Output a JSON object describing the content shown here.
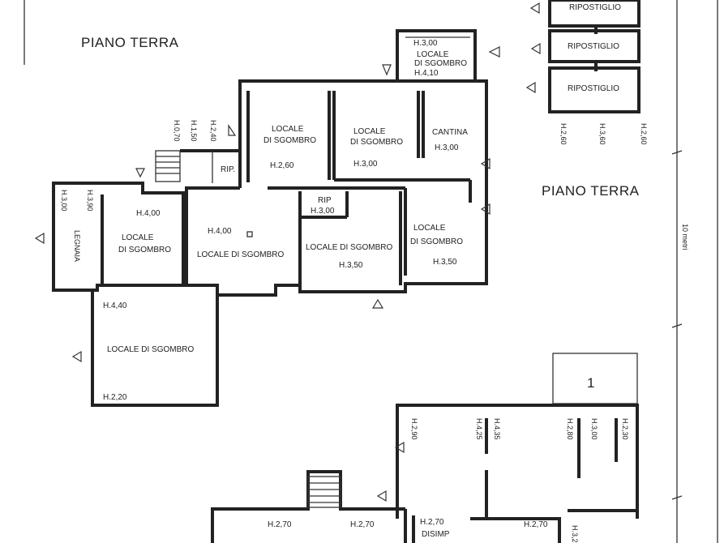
{
  "titles": {
    "left": "PIANO TERRA",
    "right": "PIANO TERRA"
  },
  "scale_label": "10 metri",
  "unit_number": "1",
  "rooms": {
    "locale_top": [
      "H.3,00",
      "LOCALE",
      "DI SGOMBRO",
      "H.4,10"
    ],
    "ripostiglio_1": "RIPOSTIGLIO",
    "ripostiglio_2": "RIPOSTIGLIO",
    "ripostiglio_3": "RIPOSTIGLIO",
    "rip_heights": [
      "H.2,60",
      "H.3,60",
      "H.2,60"
    ],
    "stair_heights": [
      "H.0,70",
      "H.1,50",
      "H.2,40"
    ],
    "rip_small": "RIP.",
    "locale_a": [
      "LOCALE",
      "DI SGOMBRO",
      "H.2,60"
    ],
    "locale_b": [
      "LOCALE",
      "DI SGOMBRO",
      "H.3,00"
    ],
    "cantina": [
      "CANTINA",
      "H.3,00"
    ],
    "legnaia": [
      "H.3,00",
      "H.3,90",
      "LEGNAIA"
    ],
    "locale_c": [
      "H.4,00",
      "LOCALE",
      "DI SGOMBRO"
    ],
    "locale_d": [
      "H.4,00",
      "LOCALE DI SGOMBRO"
    ],
    "rip_mid": [
      "RIP",
      "H.3,00"
    ],
    "locale_e": [
      "LOCALE DI SGOMBRO",
      "H.3,50"
    ],
    "locale_f": [
      "LOCALE",
      "DI SGOMBRO",
      "H.3,50"
    ],
    "locale_g": [
      "H.4,40",
      "LOCALE DI SGOMBRO",
      "H.2,20"
    ],
    "lower_heights": [
      "H.2,90",
      "H.4,25",
      "H.4,35",
      "H.2,80",
      "H.3,00",
      "H.2,30"
    ],
    "bottom_labels": [
      "H.2,70",
      "H.2,70",
      "H.2,70",
      "DISIMP",
      "H.2,70",
      "H.3,2"
    ]
  }
}
